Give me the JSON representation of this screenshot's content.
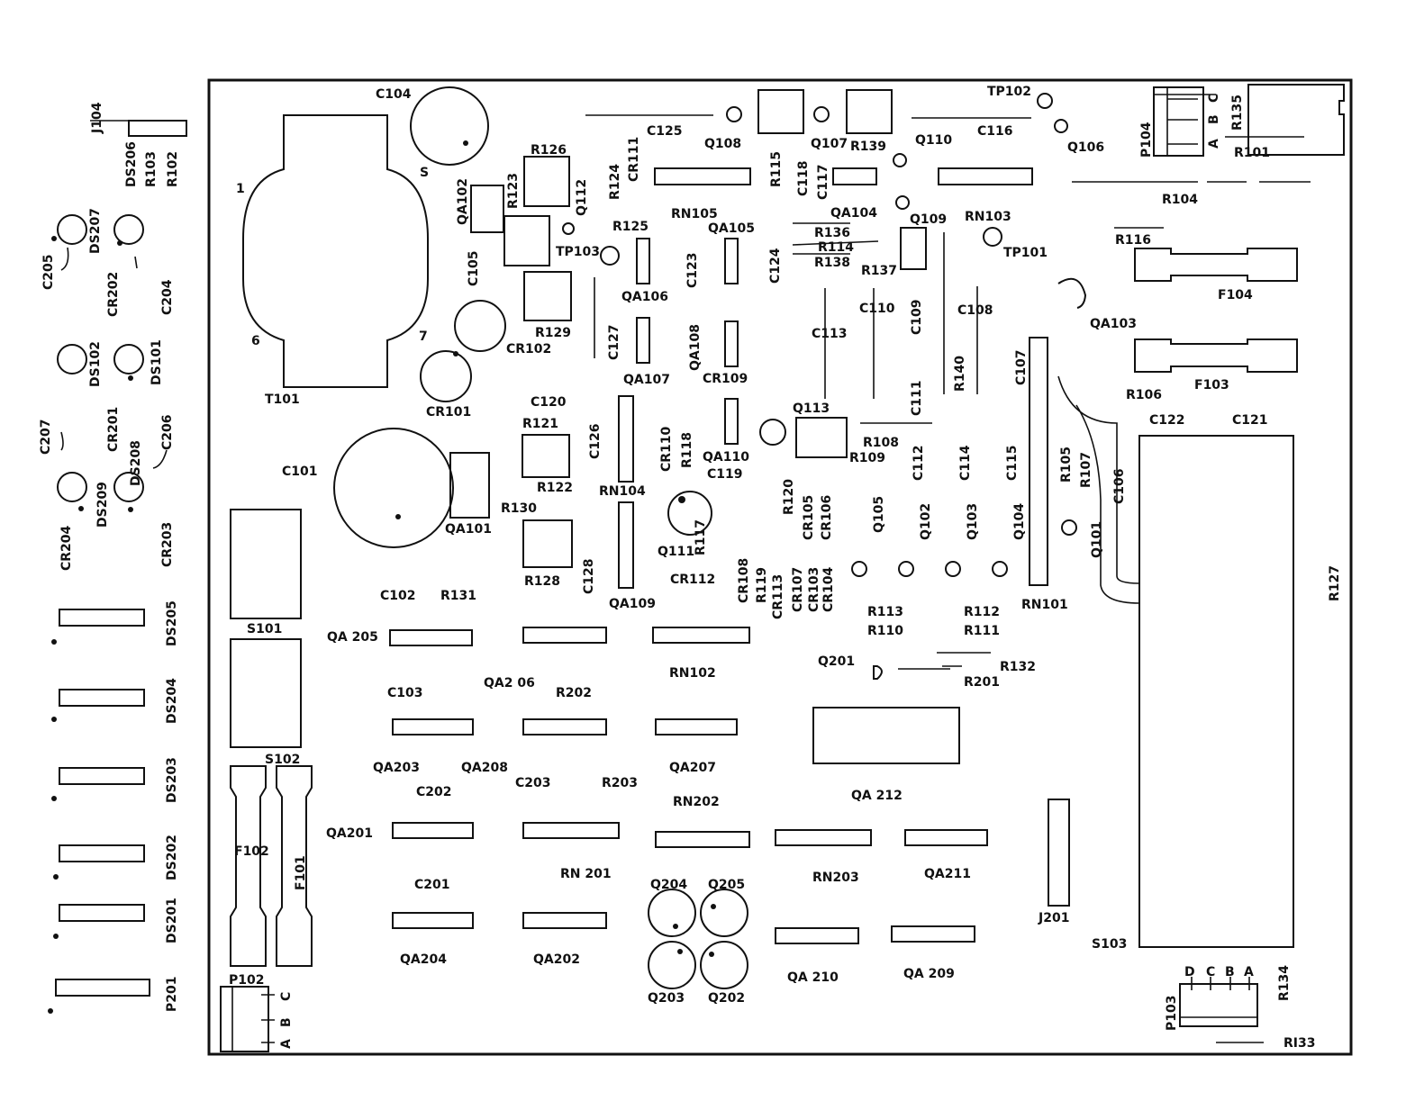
{
  "title": "",
  "colors": {
    "ink": "#111111",
    "paper": "#ffffff"
  },
  "labels": {
    "J104": "J104",
    "DS206": "DS206",
    "R103": "R103",
    "R102": "R102",
    "DS207": "DS207",
    "C205": "C205",
    "CR202": "CR202",
    "C204": "C204",
    "DS102": "DS102",
    "DS101": "DS101",
    "CR201": "CR201",
    "C207": "C207",
    "DS208": "DS208",
    "C206": "C206",
    "DS209": "DS209",
    "CR204": "CR204",
    "CR203": "CR203",
    "DS205": "DS205",
    "DS204": "DS204",
    "DS203": "DS203",
    "DS202": "DS202",
    "DS201": "DS201",
    "P201": "P201",
    "C104": "C104",
    "S": "S",
    "T101_1": "1",
    "T101_6": "6",
    "T101_7": "7",
    "T101": "T101",
    "QA102": "QA102",
    "R123": "R123",
    "R126": "R126",
    "Q112": "Q112",
    "C105": "C105",
    "TP103": "TP103",
    "R129": "R129",
    "CR102": "CR102",
    "CR101": "CR101",
    "C125": "C125",
    "R124": "R124",
    "CR111": "CR111",
    "R125": "R125",
    "RN105": "RN105",
    "QA105": "QA105",
    "C123": "C123",
    "C124": "C124",
    "QA106": "QA106",
    "C127": "C127",
    "QA107": "QA107",
    "QA108": "QA108",
    "CR109": "CR109",
    "Q108": "Q108",
    "R115": "R115",
    "C118": "C118",
    "C117": "C117",
    "Q107": "Q107",
    "R139": "R139",
    "Q110": "Q110",
    "C116": "C116",
    "TP102": "TP102",
    "Q106": "Q106",
    "P104": "P104",
    "P104_C": "C",
    "P104_B": "B",
    "P104_A": "A",
    "R135": "R135",
    "R101": "R101",
    "R104": "R104",
    "QA104": "QA104",
    "Q109": "Q109",
    "RN103": "RN103",
    "TP101": "TP101",
    "R136": "R136",
    "R114": "R114",
    "R138": "R138",
    "R137": "R137",
    "R116": "R116",
    "F104": "F104",
    "C110": "C110",
    "C109": "C109",
    "C108": "C108",
    "QA103": "QA103",
    "C113": "C113",
    "R140": "R140",
    "C107": "C107",
    "C111": "C111",
    "F103": "F103",
    "R106": "R106",
    "C120": "C120",
    "R121": "R121",
    "C126": "C126",
    "R122": "R122",
    "R130": "R130",
    "RN104": "RN104",
    "C101": "C101",
    "QA101": "QA101",
    "CR110": "CR110",
    "R118": "R118",
    "QA110": "QA110",
    "C119": "C119",
    "Q113": "Q113",
    "R109": "R109",
    "R108": "R108",
    "C112": "C112",
    "C114": "C114",
    "C115": "C115",
    "R105": "R105",
    "R107": "R107",
    "C106": "C106",
    "C122": "C122",
    "C121": "C121",
    "R120": "R120",
    "CR105": "CR105",
    "CR106": "CR106",
    "Q111": "Q111",
    "R117": "R117",
    "Q105": "Q105",
    "Q102": "Q102",
    "Q103": "Q103",
    "Q104": "Q104",
    "Q101": "Q101",
    "R128": "R128",
    "C128": "C128",
    "QA109": "QA109",
    "CR112": "CR112",
    "CR108": "CR108",
    "R119": "R119",
    "CR107": "CR107",
    "CR103": "CR103",
    "CR104": "CR104",
    "CR113": "CR113",
    "S101": "S101",
    "C102": "C102",
    "R131": "R131",
    "R113": "R113",
    "R110": "R110",
    "R112": "R112",
    "R111": "R111",
    "RN101": "RN101",
    "R127": "R127",
    "QA205": "QA 205",
    "QA206": "QA2 06",
    "RN102": "RN102",
    "Q201": "Q201",
    "R132": "R132",
    "R201": "R201",
    "C103": "C103",
    "R202": "R202",
    "S102": "S102",
    "QA203": "QA203",
    "QA208": "QA208",
    "QA207": "QA207",
    "C202": "C202",
    "C203": "C203",
    "R203": "R203",
    "RN202": "RN202",
    "QA212": "QA 212",
    "F102": "F102",
    "F101": "F101",
    "QA201": "QA201",
    "C201": "C201",
    "RN201": "RN 201",
    "RN203": "RN203",
    "QA211": "QA211",
    "J201": "J201",
    "Q204": "Q204",
    "Q205": "Q205",
    "Q203": "Q203",
    "Q202": "Q202",
    "QA204": "QA204",
    "QA202": "QA202",
    "QA210": "QA 210",
    "QA209": "QA 209",
    "S103": "S103",
    "P103": "P103",
    "P103_D": "D",
    "P103_C": "C",
    "P103_B": "B",
    "P103_A": "A",
    "R134": "R134",
    "R133": "RI33",
    "P102": "P102",
    "P102_C": "C",
    "P102_B": "B",
    "P102_A": "A"
  }
}
